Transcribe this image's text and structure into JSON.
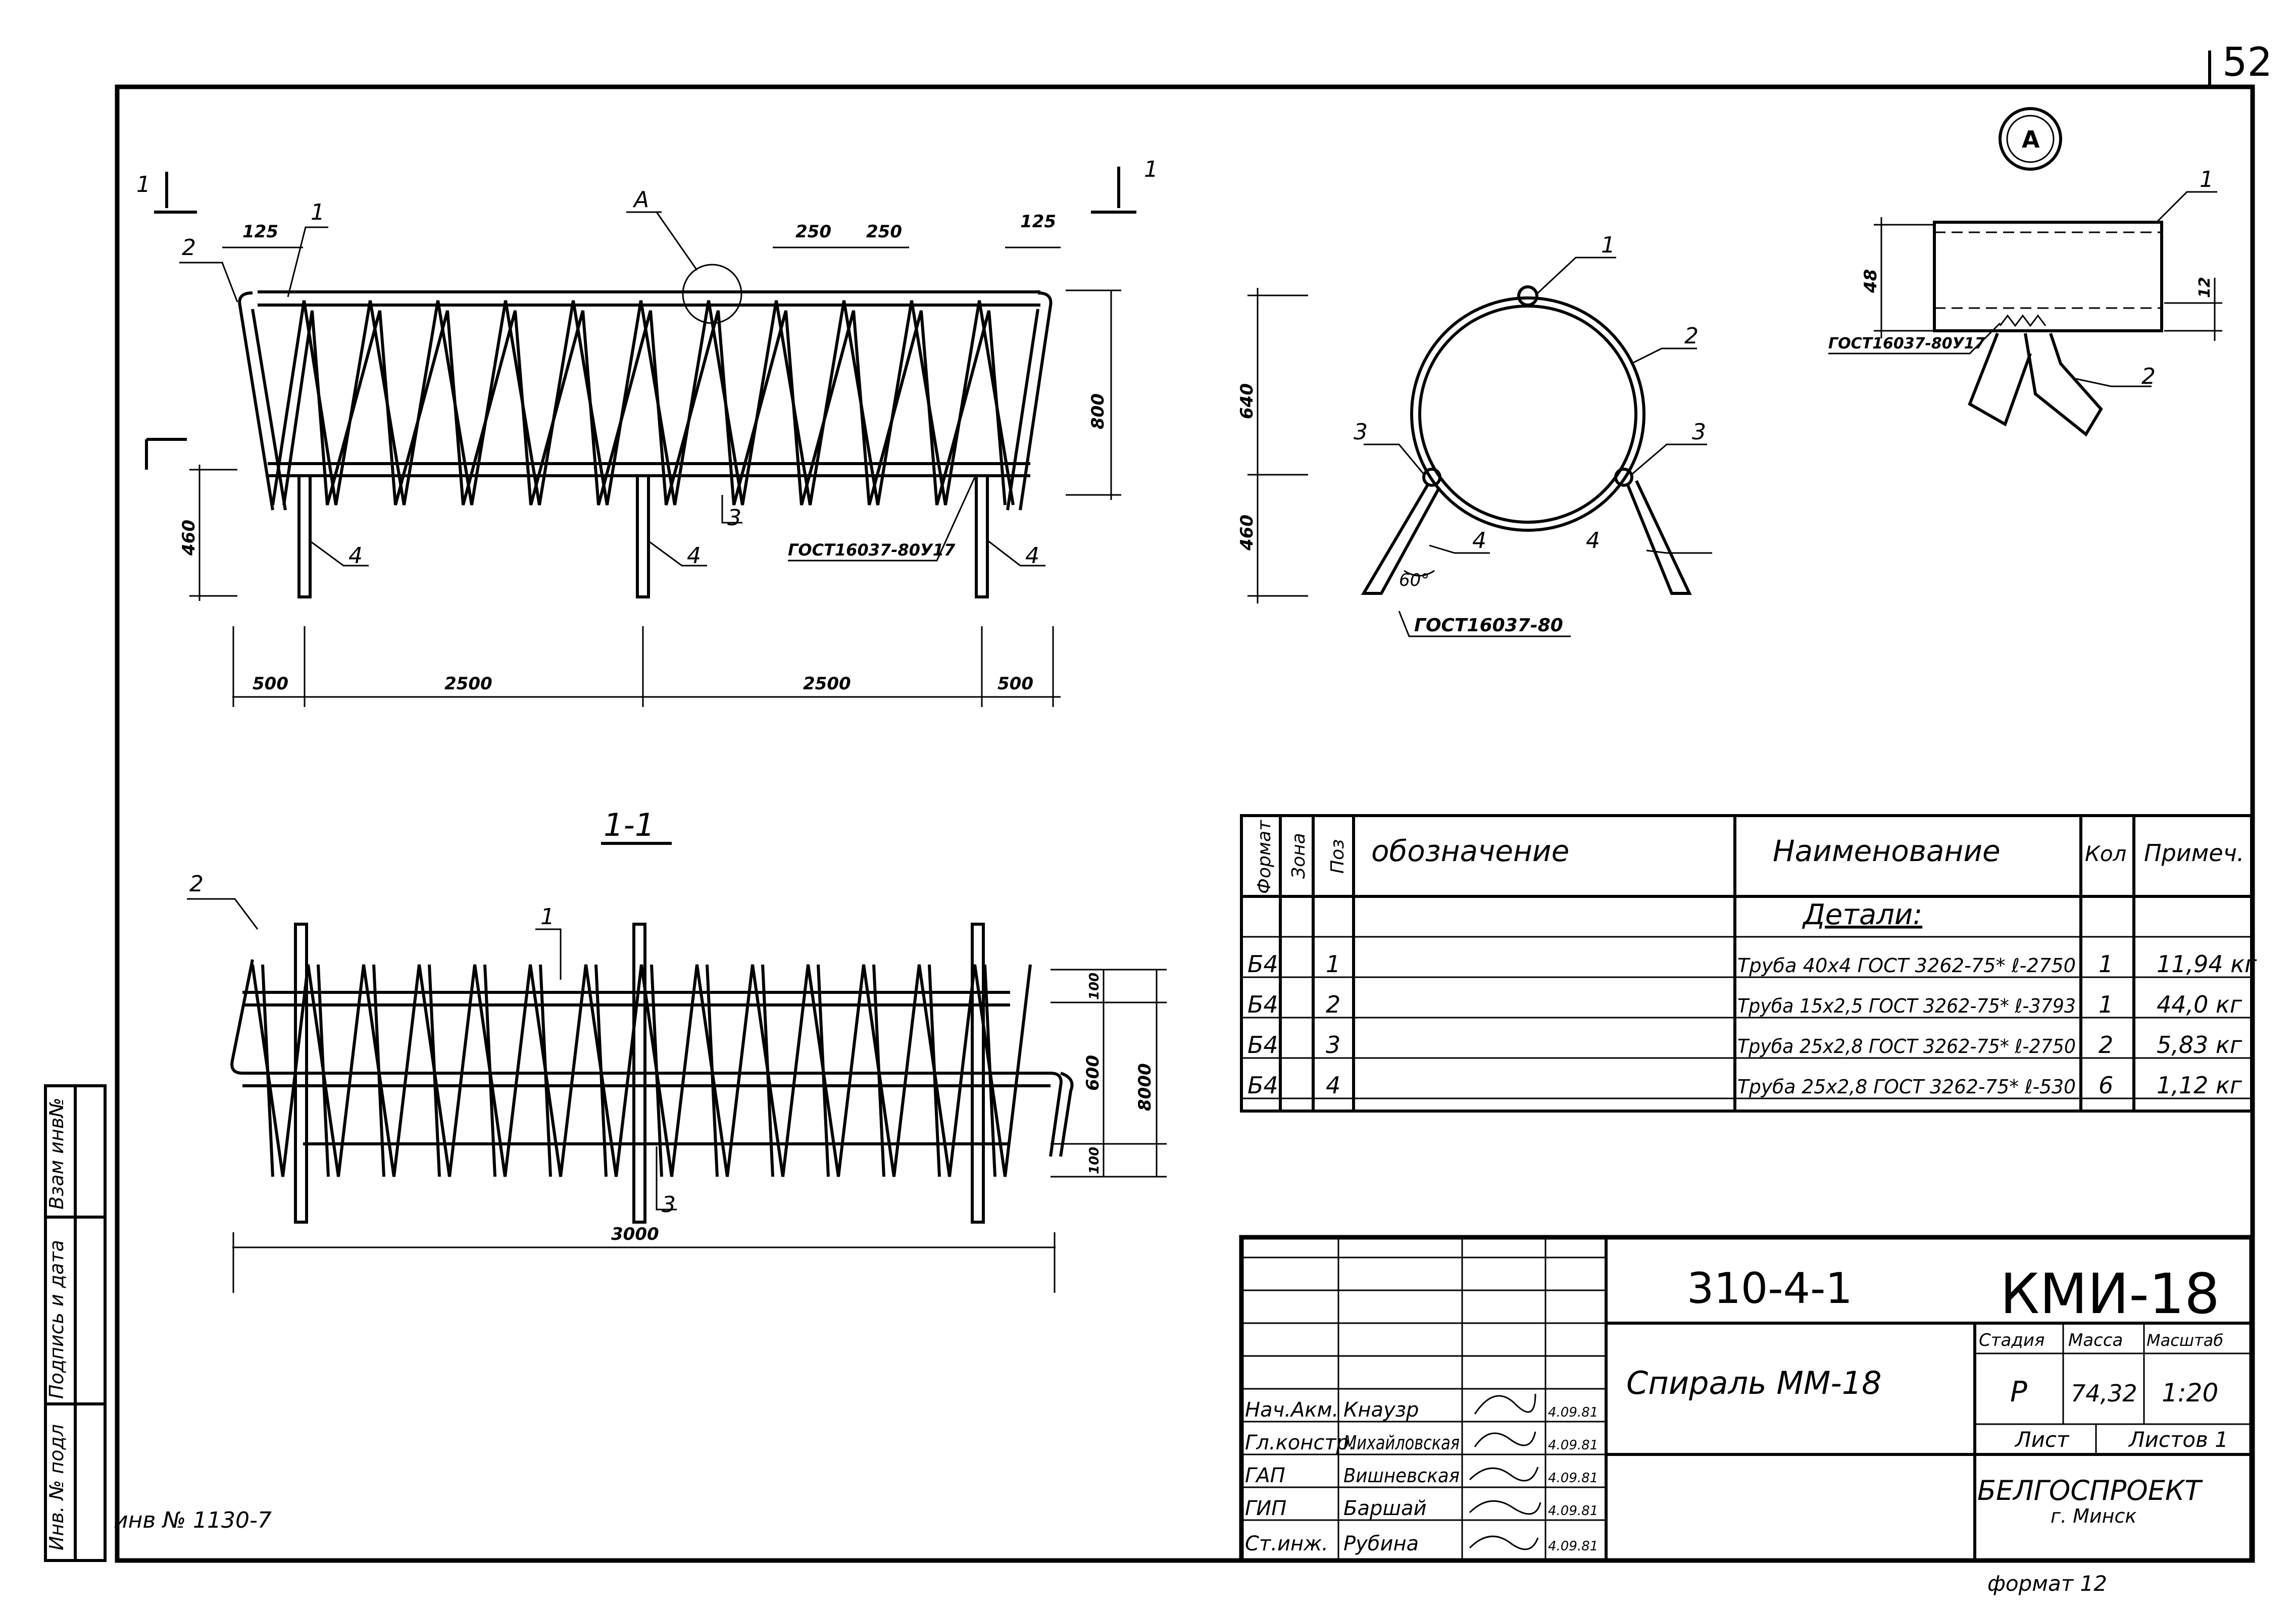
{
  "page_number": "52",
  "front_view": {
    "section_mark_label": "1",
    "callout_detail": "A",
    "top_dims": [
      "125",
      "250",
      "250",
      "125"
    ],
    "right_dim": "800",
    "left_dim": "460",
    "bottom_dims": [
      "500",
      "2500",
      "2500",
      "500"
    ],
    "positions": [
      "1",
      "2",
      "3",
      "4",
      "4",
      "4"
    ],
    "weld_note": "ГОСТ16037-80У17"
  },
  "section_view": {
    "title": "1-1",
    "positions": [
      "1",
      "2",
      "3"
    ],
    "right_dims": [
      "100",
      "600",
      "100",
      "8000"
    ],
    "bottom_dim": "3000"
  },
  "end_view": {
    "dims": [
      "640",
      "460"
    ],
    "angle": "60°",
    "positions": [
      "1",
      "2",
      "3",
      "3",
      "4",
      "4"
    ],
    "weld_note": "ГОСТ16037-80"
  },
  "detail_a": {
    "label": "A",
    "dims": [
      "48",
      "12"
    ],
    "positions": [
      "1",
      "2"
    ],
    "weld_note": "ГОСТ16037-80У17"
  },
  "spec_table": {
    "headers": [
      "Формат",
      "Зона",
      "Поз",
      "обозначение",
      "Наименование",
      "Кол",
      "Примеч."
    ],
    "section_title": "Детали:",
    "rows": [
      {
        "format": "Б4",
        "pos": "1",
        "name": "Труба 40х4 ГОСТ 3262-75* ℓ-2750",
        "qty": "1",
        "note": "11,94 кг"
      },
      {
        "format": "Б4",
        "pos": "2",
        "name": "Труба 15х2,5 ГОСТ 3262-75* ℓ-3793",
        "qty": "1",
        "note": "44,0 кг"
      },
      {
        "format": "Б4",
        "pos": "3",
        "name": "Труба 25х2,8 ГОСТ 3262-75* ℓ-2750",
        "qty": "2",
        "note": "5,83 кг"
      },
      {
        "format": "Б4",
        "pos": "4",
        "name": "Труба 25х2,8 ГОСТ 3262-75* ℓ-530",
        "qty": "6",
        "note": "1,12 кг"
      }
    ]
  },
  "title_block": {
    "project_code": "310-4-1",
    "sheet_code": "КМИ-18",
    "item_name": "Спираль ММ-18",
    "stage_label": "Стадия",
    "mass_label": "Масса",
    "scale_label": "Масштаб",
    "stage": "Р",
    "mass": "74,32",
    "scale": "1:20",
    "sheet_label": "Лист",
    "sheets_label": "Листов 1",
    "organization": "БЕЛГОСПРОЕКТ",
    "city": "г. Минск",
    "format": "формат 12",
    "signatures": [
      {
        "role": "Нач.Акм.",
        "name": "Кнаузр",
        "date": "4.09.81"
      },
      {
        "role": "Гл.констр.",
        "name": "Михайловская",
        "date": "4.09.81"
      },
      {
        "role": "ГАП",
        "name": "Вишневская",
        "date": "4.09.81"
      },
      {
        "role": "ГИП",
        "name": "Баршай",
        "date": "4.09.81"
      },
      {
        "role": "Ст.инж.",
        "name": "Рубина",
        "date": "4.09.81"
      }
    ]
  },
  "left_margin": [
    "Инв. № подл",
    "Подпись и дата",
    "Взам инв№"
  ],
  "inventory": "инв № 1130-7"
}
